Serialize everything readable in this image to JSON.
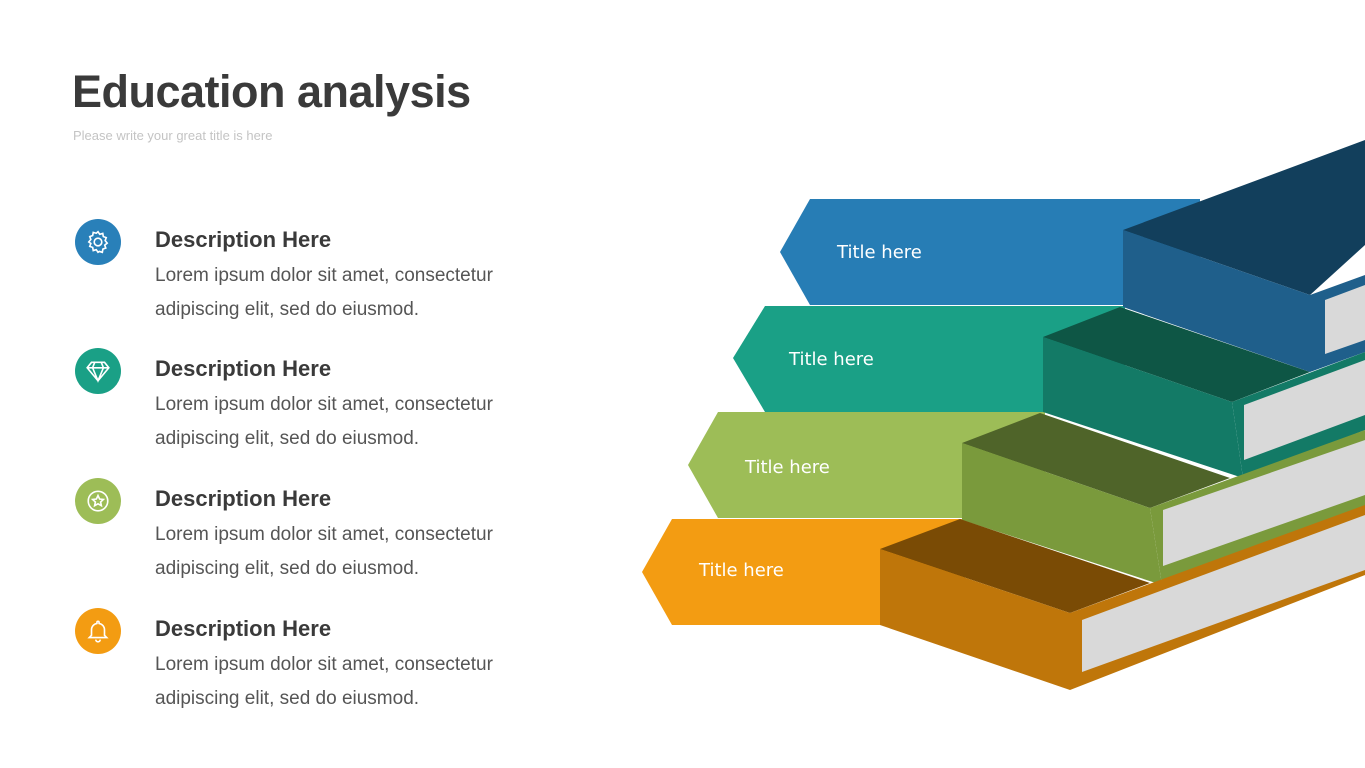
{
  "header": {
    "title": "Education analysis",
    "subtitle": "Please write your great title is here"
  },
  "items": [
    {
      "icon": "gear-icon",
      "color": "#2980b9",
      "heading": "Description Here",
      "text": "Lorem ipsum dolor sit amet, consectetur adipiscing elit, sed do eiusmod."
    },
    {
      "icon": "diamond-icon",
      "color": "#1aa086",
      "heading": "Description Here",
      "text": "Lorem ipsum dolor sit amet, consectetur adipiscing elit, sed do eiusmod."
    },
    {
      "icon": "star-badge-icon",
      "color": "#9dbd57",
      "heading": "Description Here",
      "text": "Lorem ipsum dolor sit amet, consectetur adipiscing elit, sed do eiusmod."
    },
    {
      "icon": "bell-icon",
      "color": "#f39c12",
      "heading": "Description Here",
      "text": "Lorem ipsum dolor sit amet, consectetur adipiscing elit, sed do eiusmod."
    }
  ],
  "books": [
    {
      "label": "Title here",
      "color": "#277db5"
    },
    {
      "label": "Title here",
      "color": "#1aa086"
    },
    {
      "label": "Title here",
      "color": "#9dbd57"
    },
    {
      "label": "Title here",
      "color": "#f39c12"
    }
  ]
}
